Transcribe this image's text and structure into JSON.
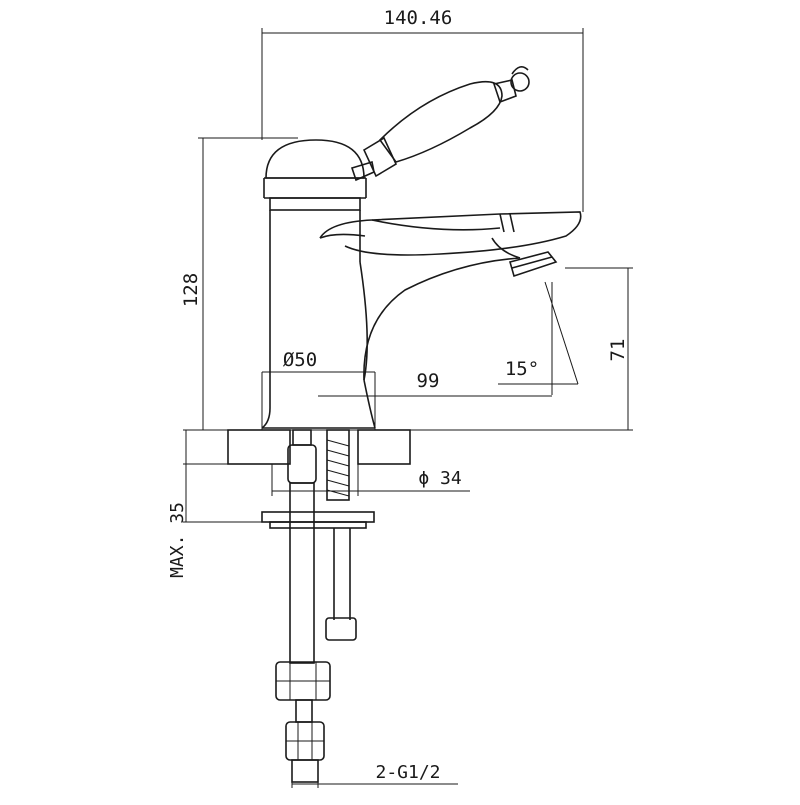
{
  "dimensions": {
    "overall_width": "140.46",
    "height": "128",
    "spout_height": "71",
    "spout_reach": "99",
    "spout_angle": "15°",
    "body_diameter": "Ø50",
    "hole_diameter": "ϕ 34",
    "max_deck": "MAX. 35",
    "connection": "2-G1/2"
  }
}
